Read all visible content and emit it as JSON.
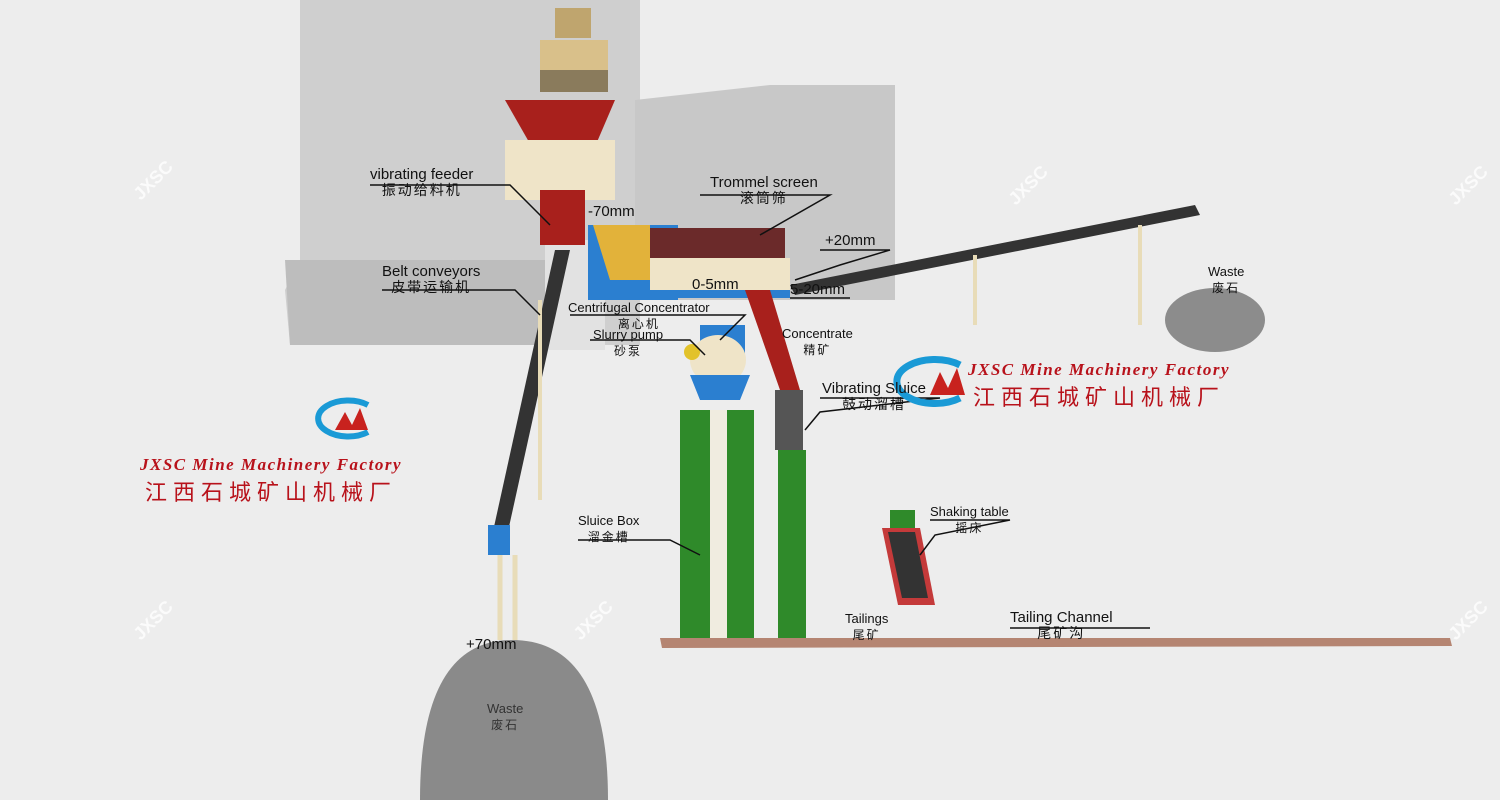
{
  "labels": {
    "vibrating_feeder": {
      "en": "vibrating feeder",
      "cn": "振动给料机"
    },
    "minus70": "-70mm",
    "trommel": {
      "en": "Trommel screen",
      "cn": "滚筒筛"
    },
    "plus20": "+20mm",
    "size_5_20": "5-20mm",
    "size_0_5": "0-5mm",
    "belt_conveyors": {
      "en": "Belt conveyors",
      "cn": "皮带运输机"
    },
    "centrifugal": {
      "en": "Centrifugal Concentrator",
      "cn": "离心机"
    },
    "slurry_pump": {
      "en": "Slurry pump",
      "cn": "砂泵"
    },
    "concentrate": {
      "en": "Concentrate",
      "cn": "精矿"
    },
    "waste_right": {
      "en": "Waste",
      "cn": "废石"
    },
    "vibrating_sluice": {
      "en": "Vibrating Sluice",
      "cn": "鼓动溜槽"
    },
    "sluice_box": {
      "en": "Sluice Box",
      "cn": "溜金槽"
    },
    "shaking_table": {
      "en": "Shaking table",
      "cn": "摇床"
    },
    "tailings": {
      "en": "Tailings",
      "cn": "尾矿"
    },
    "tailing_channel": {
      "en": "Tailing Channel",
      "cn": "尾矿沟"
    },
    "plus70": "+70mm",
    "waste_bottom": {
      "en": "Waste",
      "cn": "废石"
    }
  },
  "brand": {
    "en": "JXSC Mine Machinery Factory",
    "cn": "江西石城矿山机械厂"
  },
  "watermark": "JXSC",
  "colors": {
    "brand_red": "#b8121b",
    "logo_blue": "#1a9ad6",
    "sluice_green": "#2f8a2a",
    "frame_blue": "#2b7fd0",
    "chute_red": "#a8201c"
  }
}
